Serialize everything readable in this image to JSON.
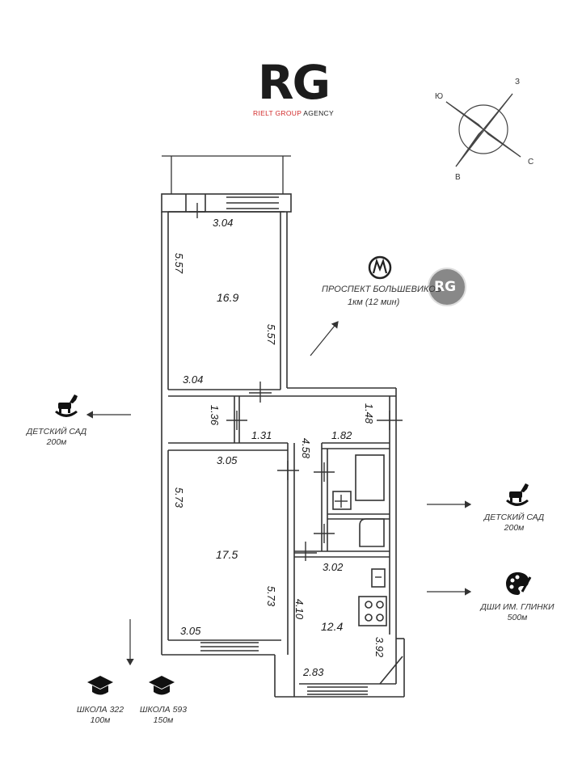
{
  "logo": {
    "mark": "RG",
    "subtitle_red": "RIELT GROUP",
    "subtitle_rest": "AGENCY"
  },
  "compass": {
    "top_left": "Ю",
    "top_right": "З",
    "bottom_left": "В",
    "bottom_right": "С"
  },
  "metro": {
    "name": "ПРОСПЕКТ БОЛЬШЕВИКОВ",
    "distance": "1км (12 мин)",
    "badge": "RG"
  },
  "rooms": [
    {
      "id": "room-top",
      "area": "16.9"
    },
    {
      "id": "room-left",
      "area": "17.5"
    },
    {
      "id": "kitchen",
      "area": "12.4"
    }
  ],
  "dimensions": {
    "top_room_top": "3.04",
    "top_room_left": "5.57",
    "top_room_right": "5.57",
    "top_room_bottom": "3.04",
    "hall_small": "1.36",
    "hall_width": "1.31",
    "corridor_len": "4.58",
    "bath_width": "1.82",
    "bath_depth": "1.48",
    "left_room_top": "3.05",
    "left_room_left": "5.73",
    "left_room_right": "5.73",
    "left_room_bottom": "3.05",
    "kitchen_top": "3.02",
    "kitchen_left": "4.10",
    "kitchen_right": "3.92",
    "kitchen_bottom": "2.83"
  },
  "pois": [
    {
      "id": "kindergarten-left",
      "title": "ДЕТСКИЙ САД",
      "distance": "200м",
      "icon": "rocking-horse-icon"
    },
    {
      "id": "kindergarten-right",
      "title": "ДЕТСКИЙ САД",
      "distance": "200м",
      "icon": "rocking-horse-icon"
    },
    {
      "id": "music-school",
      "title": "ДШИ ИМ. ГЛИНКИ",
      "distance": "500м",
      "icon": "palette-icon"
    },
    {
      "id": "school-322",
      "title": "ШКОЛА 322",
      "distance": "100м",
      "icon": "graduation-cap-icon"
    },
    {
      "id": "school-593",
      "title": "ШКОЛА 593",
      "distance": "150м",
      "icon": "graduation-cap-icon"
    }
  ]
}
